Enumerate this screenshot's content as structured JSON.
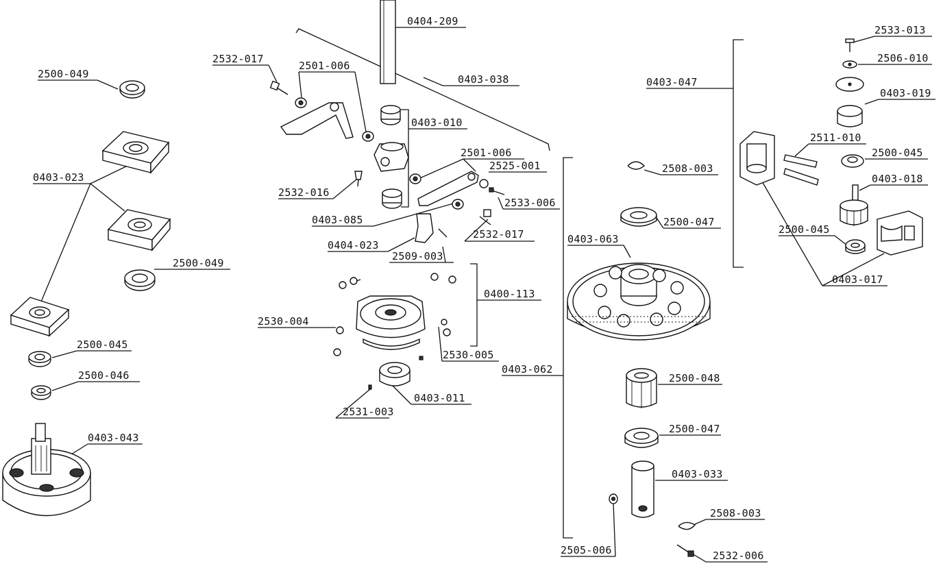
{
  "labels": [
    "0404-209",
    "0403-038",
    "2532-017",
    "2501-006",
    "0403-010",
    "2500-049",
    "0403-023",
    "2501-006",
    "2525-001",
    "2533-006",
    "2532-016",
    "0403-085",
    "2532-017",
    "0404-023",
    "2509-003",
    "2500-049",
    "0400-113",
    "2530-004",
    "2530-005",
    "2500-045",
    "2500-046",
    "0403-011",
    "2531-003",
    "0403-043",
    "0403-062",
    "2508-003",
    "2500-047",
    "0403-063",
    "2500-048",
    "2500-047",
    "0403-033",
    "2505-006",
    "2508-003",
    "2532-006",
    "2533-013",
    "2506-010",
    "0403-047",
    "0403-019",
    "2511-010",
    "2500-045",
    "0403-018",
    "2500-045",
    "0403-017"
  ]
}
